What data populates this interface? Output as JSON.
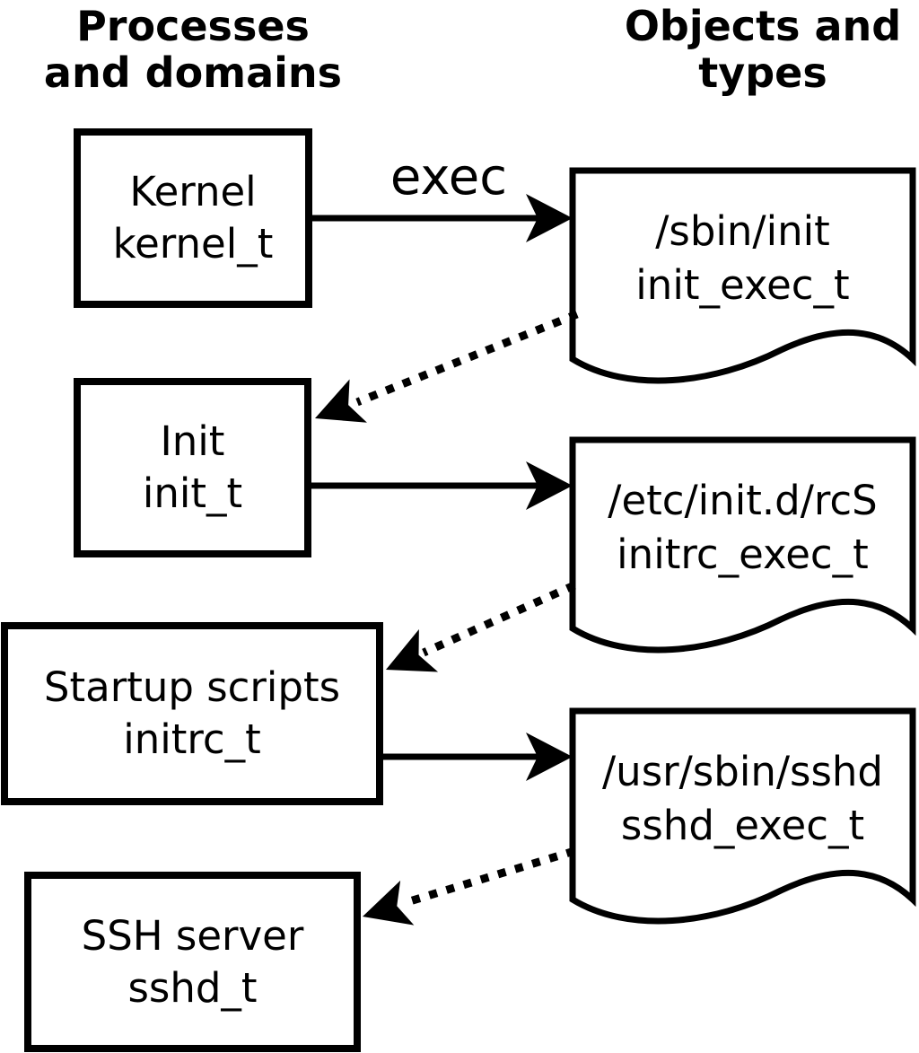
{
  "diagram": {
    "headers": {
      "left": "Processes\nand domains",
      "right": "Objects and\ntypes"
    },
    "edge_label": "exec",
    "processes": [
      {
        "name": "Kernel",
        "domain": "kernel_t"
      },
      {
        "name": "Init",
        "domain": "init_t"
      },
      {
        "name": "Startup scripts",
        "domain": "initrc_t"
      },
      {
        "name": "SSH server",
        "domain": "sshd_t"
      }
    ],
    "objects": [
      {
        "path": "/sbin/init",
        "type": "init_exec_t"
      },
      {
        "path": "/etc/init.d/rcS",
        "type": "initrc_exec_t"
      },
      {
        "path": "/usr/sbin/sshd",
        "type": "sshd_exec_t"
      }
    ],
    "colors": {
      "foreground": "#000000",
      "background": "#ffffff"
    }
  }
}
